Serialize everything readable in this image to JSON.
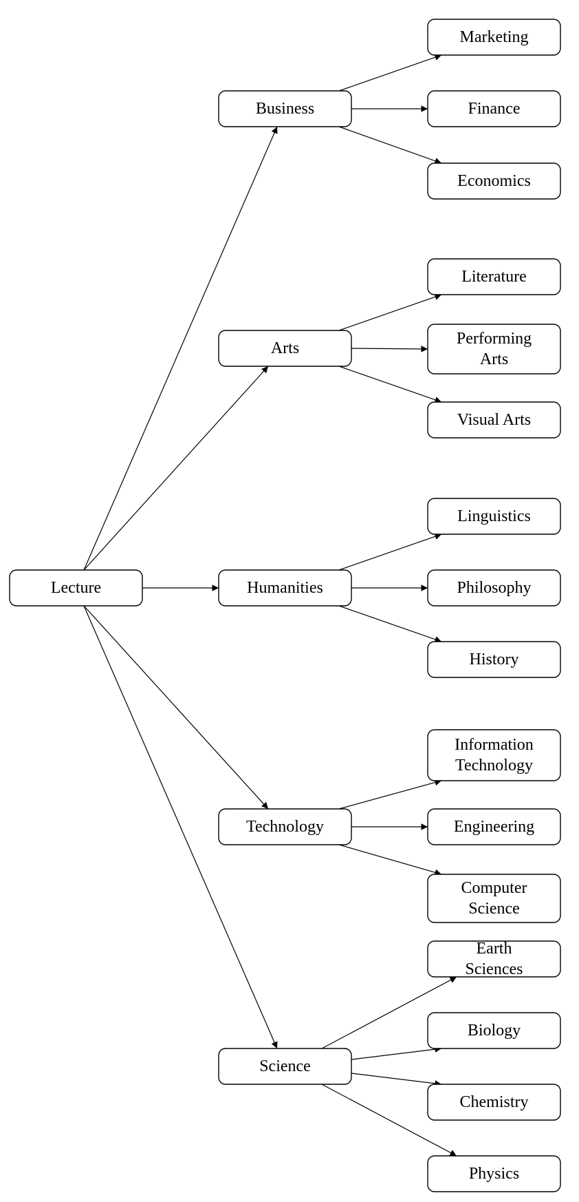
{
  "diagram": {
    "root": "Lecture",
    "categories": [
      {
        "name": "Business",
        "topics": [
          "Marketing",
          "Finance",
          "Economics"
        ]
      },
      {
        "name": "Arts",
        "topics": [
          "Literature",
          "Performing Arts",
          "Visual Arts"
        ]
      },
      {
        "name": "Humanities",
        "topics": [
          "Linguistics",
          "Philosophy",
          "History"
        ]
      },
      {
        "name": "Technology",
        "topics": [
          "Information Technology",
          "Engineering",
          "Computer Science"
        ]
      },
      {
        "name": "Science",
        "topics": [
          "Earth Sciences",
          "Biology",
          "Chemistry",
          "Physics"
        ]
      }
    ]
  },
  "colors": {
    "stroke": "#000000",
    "fill": "#ffffff",
    "text": "#000000"
  }
}
